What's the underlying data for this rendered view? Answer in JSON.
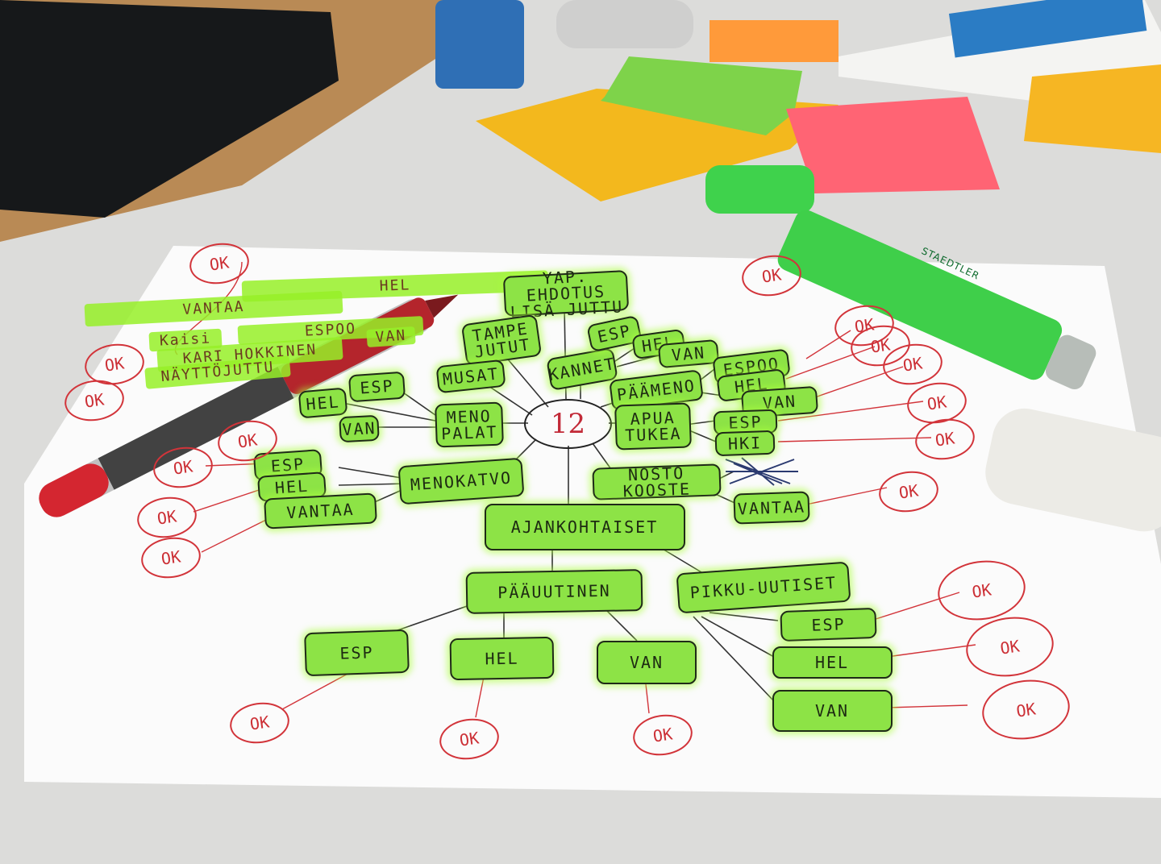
{
  "scene": {
    "paper_color": "#fbfbfb",
    "desk_color": "#dcdcda",
    "highlight_color": "#8de346",
    "ink_red": "#d2343a"
  },
  "objects": {
    "highlighter_brand": "STAEDTLER"
  },
  "mind_map": {
    "center": "12",
    "nodes": [
      {
        "text": "HEL"
      },
      {
        "text": "VANTAA"
      },
      {
        "text": "Kaisi"
      },
      {
        "text": "ESPOO"
      },
      {
        "text": "KARI HOKKINEN"
      },
      {
        "text": "NÄYTTÖJUTTU"
      },
      {
        "text": "VAN"
      },
      {
        "text": "YAP. EHDOTUS\nLISÄ JUTTU"
      },
      {
        "text": "TAMPE\nJUTUT"
      },
      {
        "text": "MUSAT"
      },
      {
        "text": "MENO\nPALAT"
      },
      {
        "text": "ESP"
      },
      {
        "text": "HEL"
      },
      {
        "text": "VAN"
      },
      {
        "text": "MENOKATVO"
      },
      {
        "text": "ESP"
      },
      {
        "text": "HEL"
      },
      {
        "text": "VANTAA"
      },
      {
        "text": "KANNET"
      },
      {
        "text": "ESP"
      },
      {
        "text": "HEL"
      },
      {
        "text": "VAN"
      },
      {
        "text": "PÄÄMENO"
      },
      {
        "text": "ESPOO"
      },
      {
        "text": "HEL"
      },
      {
        "text": "VAN"
      },
      {
        "text": "APUA\nTUKEA"
      },
      {
        "text": "ESP"
      },
      {
        "text": "HKI"
      },
      {
        "text": "NOSTO KOOSTE"
      },
      {
        "text": "VANTAA"
      },
      {
        "text": "AJANKOHTAISET"
      },
      {
        "text": "PÄÄUUTINEN"
      },
      {
        "text": "ESP"
      },
      {
        "text": "HEL"
      },
      {
        "text": "VAN"
      },
      {
        "text": "PIKKU-UUTISET"
      },
      {
        "text": "ESP"
      },
      {
        "text": "HEL"
      },
      {
        "text": "VAN"
      }
    ],
    "ok_label": "OK",
    "ok_count": 20
  }
}
